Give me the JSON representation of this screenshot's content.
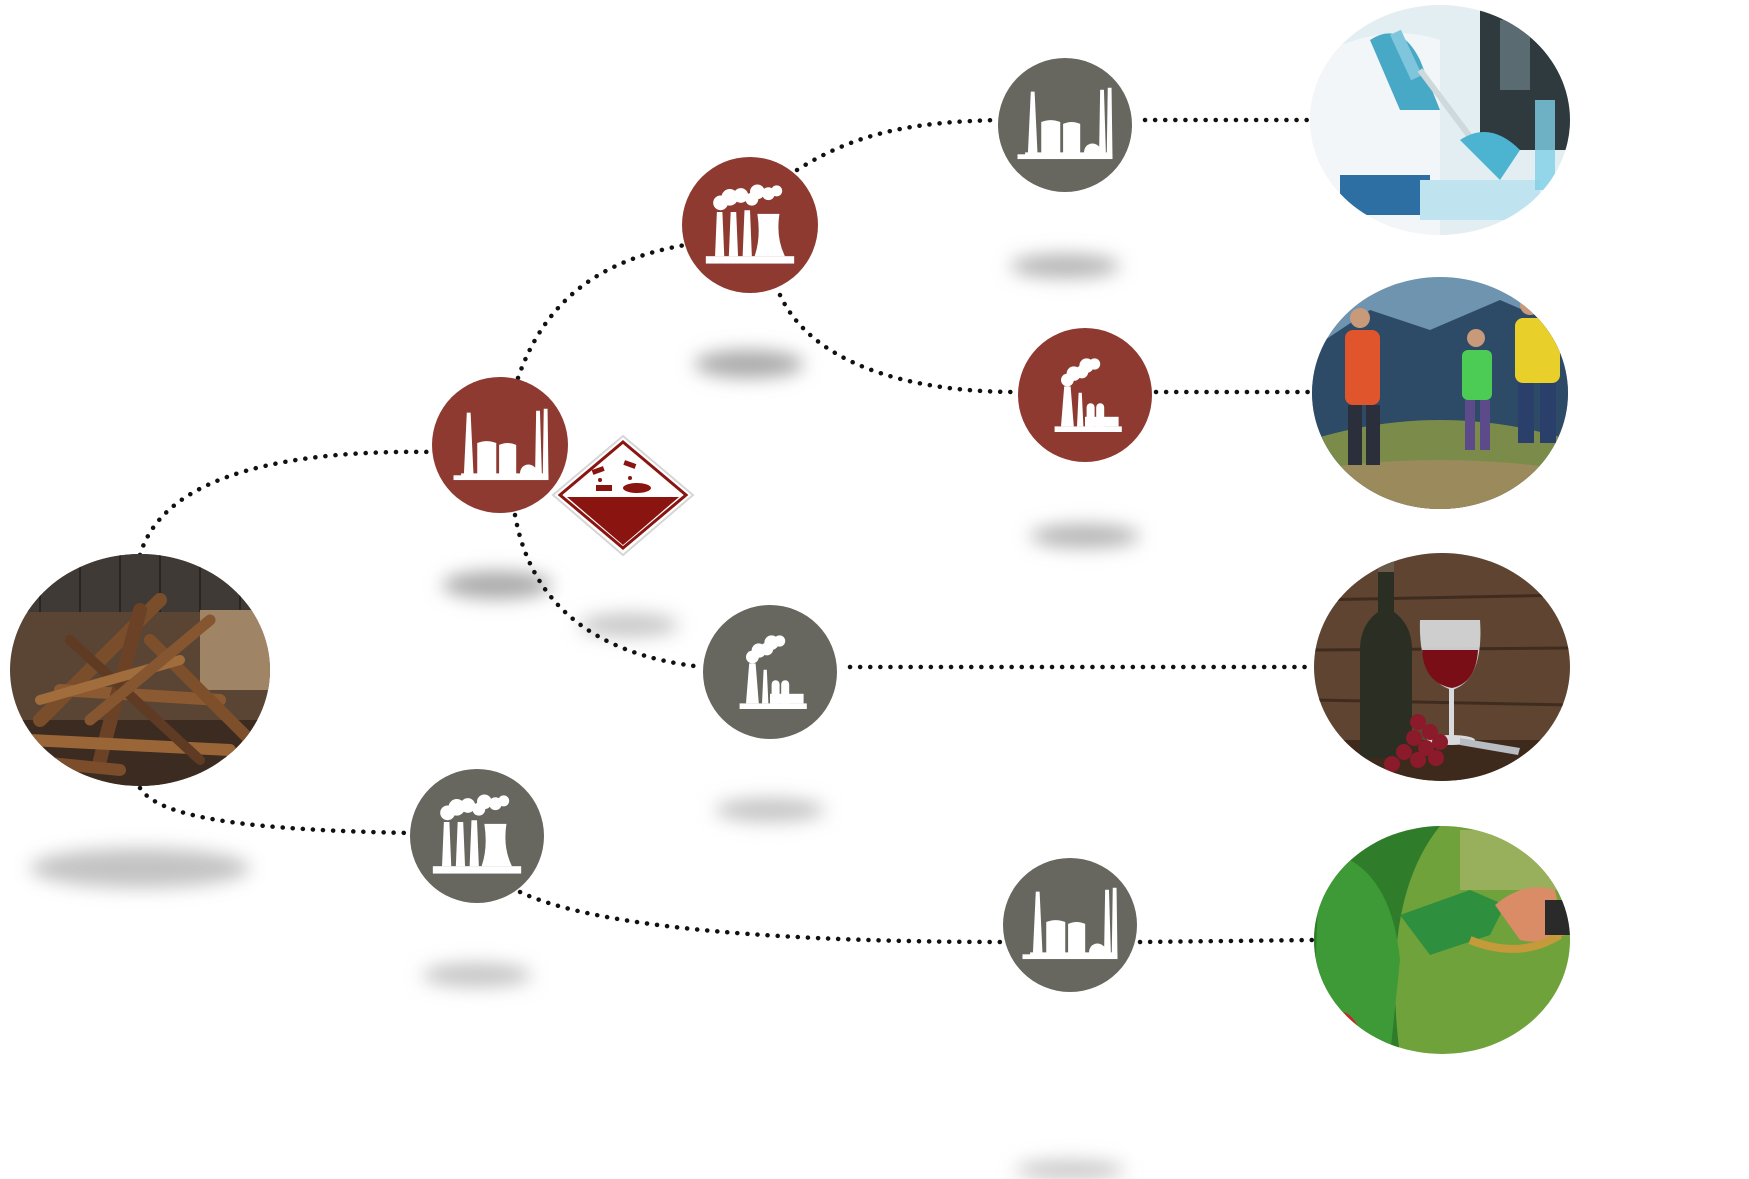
{
  "colors": {
    "hazard_red": "#8e3a31",
    "neutral_gray": "#67675f",
    "icon_white": "#ffffff",
    "connector": "#111111",
    "hazard_diamond": "#8a1410"
  },
  "source": {
    "name": "scrap-wood-pile",
    "depiction": "wood-pile-photo"
  },
  "nodes": [
    {
      "id": "n1",
      "tone": "hazard_red",
      "icon": "factory-twin-chimney-tanks-icon"
    },
    {
      "id": "n2",
      "tone": "hazard_red",
      "icon": "factory-cooling-tower-smoke-icon"
    },
    {
      "id": "n3",
      "tone": "neutral_gray",
      "icon": "factory-twin-chimney-tanks-icon"
    },
    {
      "id": "n4",
      "tone": "hazard_red",
      "icon": "factory-smoking-chimney-icon"
    },
    {
      "id": "n5",
      "tone": "neutral_gray",
      "icon": "factory-smoking-chimney-icon"
    },
    {
      "id": "n6",
      "tone": "neutral_gray",
      "icon": "factory-cooling-tower-smoke-icon"
    },
    {
      "id": "n7",
      "tone": "neutral_gray",
      "icon": "factory-twin-chimney-tanks-icon"
    }
  ],
  "hazard_marker": {
    "icon": "corrosive-hazard-diamond-icon",
    "attached_to": "n1"
  },
  "products": [
    {
      "id": "p1",
      "name": "laboratory-chemicals",
      "depiction": "lab-pipette-photo"
    },
    {
      "id": "p2",
      "name": "outdoor-textiles",
      "depiction": "hikers-photo"
    },
    {
      "id": "p3",
      "name": "wine",
      "depiction": "wine-bottle-glass-photo"
    },
    {
      "id": "p4",
      "name": "fuel",
      "depiction": "fuel-nozzle-photo"
    }
  ],
  "links": [
    [
      "source",
      "n1"
    ],
    [
      "n1",
      "n2"
    ],
    [
      "n2",
      "n3"
    ],
    [
      "n2",
      "n4"
    ],
    [
      "n1",
      "n5"
    ],
    [
      "source",
      "n6"
    ],
    [
      "n6",
      "n7"
    ],
    [
      "n3",
      "p1"
    ],
    [
      "n4",
      "p2"
    ],
    [
      "n5",
      "p3"
    ],
    [
      "n7",
      "p4"
    ]
  ]
}
